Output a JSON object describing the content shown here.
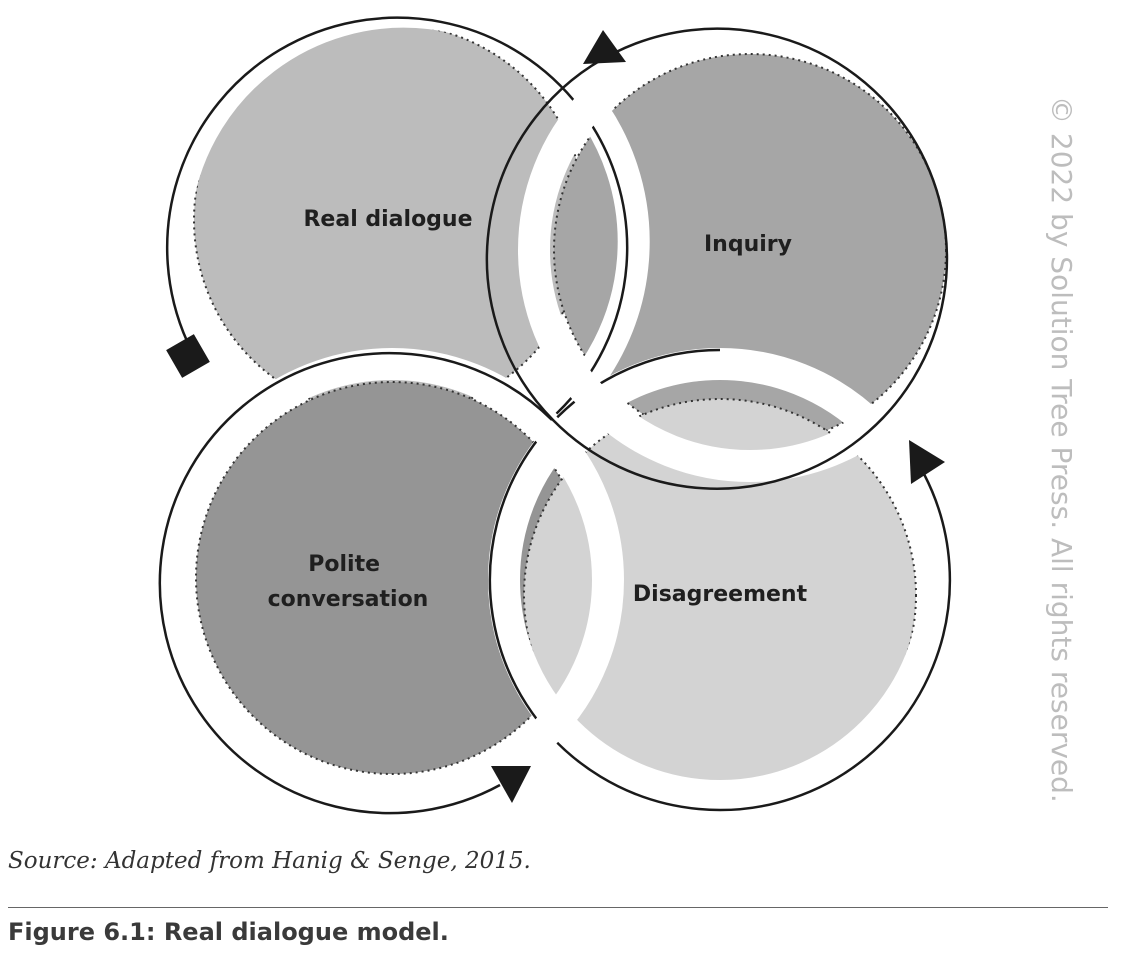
{
  "diagram": {
    "circles": [
      {
        "id": "real-dialogue",
        "label_lines": [
          "Real dialogue"
        ],
        "fill": "#bcbcbc"
      },
      {
        "id": "inquiry",
        "label_lines": [
          "Inquiry"
        ],
        "fill": "#a6a6a6"
      },
      {
        "id": "polite-conversation",
        "label_lines": [
          "Polite",
          "conversation"
        ],
        "fill": "#959595"
      },
      {
        "id": "disagreement",
        "label_lines": [
          "Disagreement"
        ],
        "fill": "#d3d3d3"
      }
    ],
    "stroke_color": "#1a1a1a",
    "arrow_color": "#1a1a1a"
  },
  "source_text": "Source: Adapted from Hanig & Senge, 2015.",
  "caption": "Figure 6.1: Real dialogue model.",
  "watermark": "© 2022 by Solution Tree Press. All rights reserved."
}
